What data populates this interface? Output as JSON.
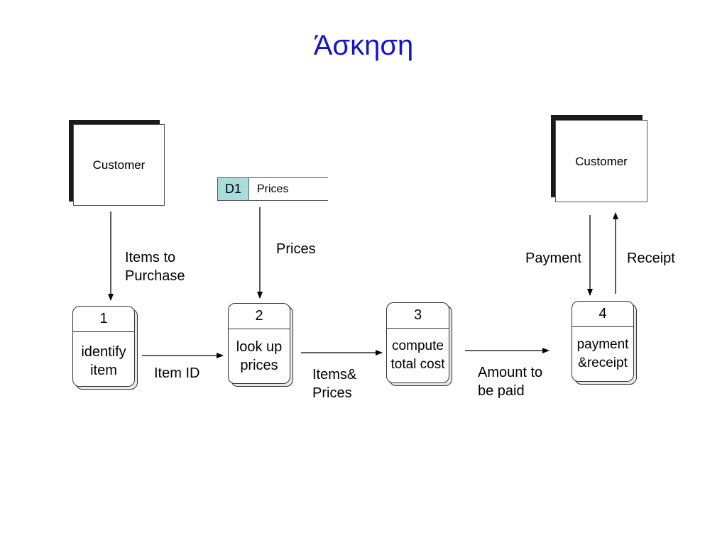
{
  "title": "Άσκηση",
  "entities": {
    "customer_left": "Customer",
    "customer_right": "Customer"
  },
  "data_store": {
    "id": "D1",
    "name": "Prices"
  },
  "processes": [
    {
      "number": "1",
      "name": "identify\nitem"
    },
    {
      "number": "2",
      "name": "look up\nprices"
    },
    {
      "number": "3",
      "name": "compute\ntotal cost"
    },
    {
      "number": "4",
      "name": "payment\n&receipt"
    }
  ],
  "flows": {
    "items_to_purchase": "Items to\nPurchase",
    "prices": "Prices",
    "item_id": "Item ID",
    "items_prices": "Items&\nPrices",
    "amount_to_be_paid": "Amount to\nbe paid",
    "payment": "Payment",
    "receipt": "Receipt"
  },
  "colors": {
    "title": "#1414c8",
    "store_id_fill": "#aadcdc"
  }
}
